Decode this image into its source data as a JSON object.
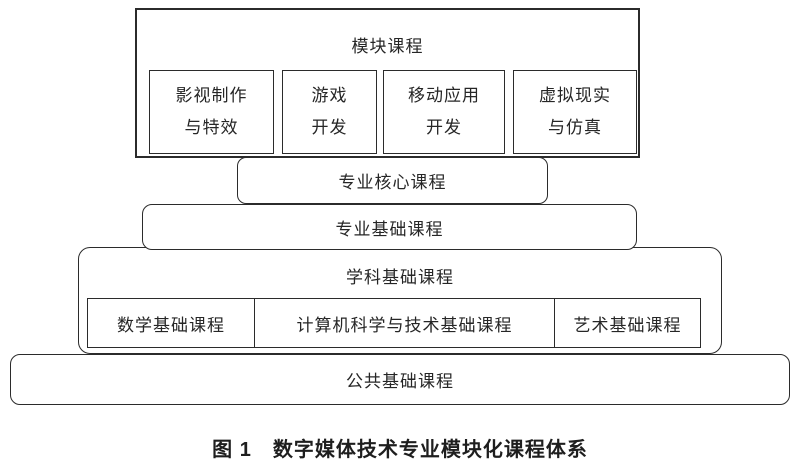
{
  "diagram": {
    "module_box": {
      "title": "模块课程",
      "modules": [
        {
          "line1": "影视制作",
          "line2": "与特效"
        },
        {
          "line1": "游戏",
          "line2": "开发"
        },
        {
          "line1": "移动应用",
          "line2": "开发"
        },
        {
          "line1": "虚拟现实",
          "line2": "与仿真"
        }
      ]
    },
    "core_box": {
      "label": "专业核心课程"
    },
    "professional_foundation_box": {
      "label": "专业基础课程"
    },
    "discipline_box": {
      "title": "学科基础课程",
      "cells": [
        "数学基础课程",
        "计算机科学与技术基础课程",
        "艺术基础课程"
      ]
    },
    "public_box": {
      "label": "公共基础课程"
    },
    "caption": "图 1　数字媒体技术专业模块化课程体系"
  },
  "colors": {
    "line": "#2b2b2b",
    "text": "#262626",
    "background": "#ffffff"
  }
}
